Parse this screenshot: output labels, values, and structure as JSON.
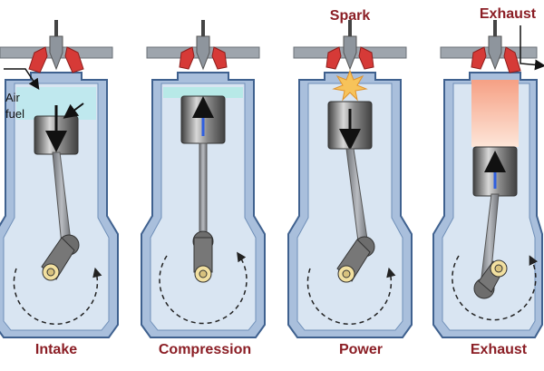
{
  "title": "",
  "colors": {
    "block": "#a9bfdc",
    "block_edge": "#3f618f",
    "chamber": "#d9e5f2",
    "valve_red": "#d63a37",
    "head_gray": "#9ea5ad",
    "piston": "#6d6d6d",
    "intake_gas": "#bfe8ee",
    "compressed_gas": "#b7e9e7",
    "exhaust_gas": "#f7a987",
    "arrow_down": "#111111",
    "arrow_up": "#2f5fe0",
    "label_red": "#8b1e25",
    "crank_pin": "#f2e0a0"
  },
  "strokes": [
    {
      "label": "Intake",
      "piston_direction": "down",
      "gas": "intake"
    },
    {
      "label": "Compression",
      "piston_direction": "up",
      "gas": "compressed"
    },
    {
      "label": "Power",
      "piston_direction": "down",
      "gas": "spark"
    },
    {
      "label": "Exhaust",
      "piston_direction": "up",
      "gas": "exhaust"
    }
  ],
  "annotations": {
    "spark": "Spark",
    "exhaust": "Exhaust",
    "air": "Air",
    "fuel": "fuel"
  }
}
